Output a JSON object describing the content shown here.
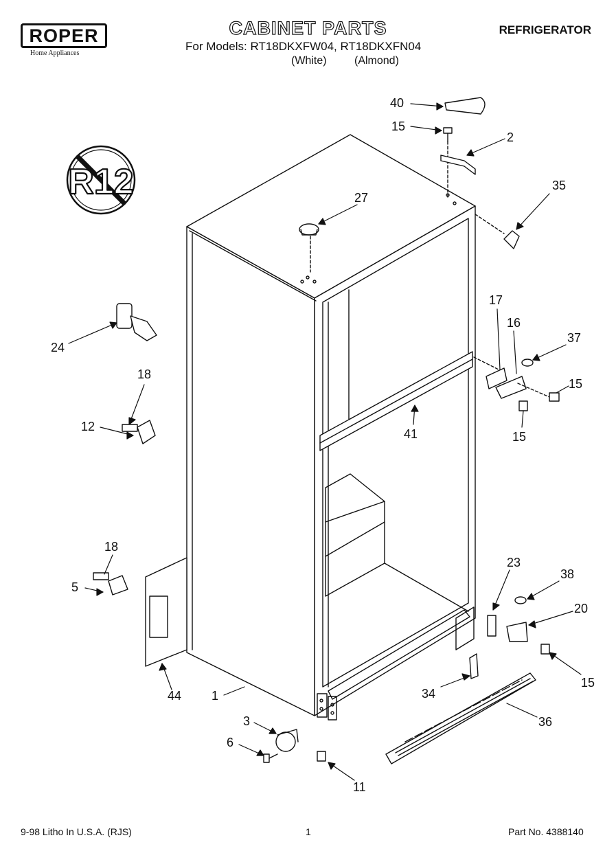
{
  "header": {
    "brand": "ROPER",
    "brand_subtitle": "Home Appliances",
    "title": "CABINET PARTS",
    "models_line": "For Models: RT18DKXFW04, RT18DKXFN04",
    "color_white": "(White)",
    "color_almond": "(Almond)",
    "category": "REFRIGERATOR"
  },
  "badge": {
    "text": "R12"
  },
  "callouts": [
    "40",
    "15",
    "2",
    "35",
    "27",
    "17",
    "16",
    "37",
    "15",
    "41",
    "15",
    "24",
    "18",
    "12",
    "18",
    "5",
    "44",
    "1",
    "23",
    "38",
    "20",
    "15",
    "34",
    "36",
    "3",
    "6",
    "11"
  ],
  "footer": {
    "left": "9-98 Litho In U.S.A. (RJS)",
    "page": "1",
    "part_no": "Part No. 4388140"
  }
}
